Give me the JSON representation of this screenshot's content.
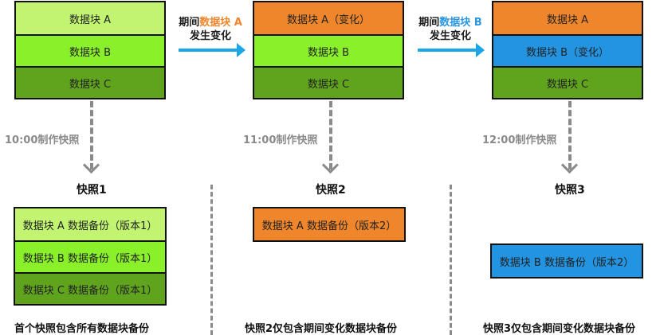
{
  "colors": {
    "block_a_v1": "#c2f472",
    "block_b_v1": "#8af02a",
    "block_c_v1": "#60a41e",
    "changed_a": "#ef862b",
    "changed_b": "#2394e2",
    "transition_arrow": "#1ba6e8",
    "dashed_gray": "#8a8a8a"
  },
  "states": [
    {
      "blocks": [
        "数据块 A",
        "数据块 B",
        "数据块 C"
      ]
    },
    {
      "blocks": [
        "数据块 A（变化）",
        "数据块 B",
        "数据块 C"
      ]
    },
    {
      "blocks": [
        "数据块 A",
        "数据块 B（变化）",
        "数据块 C"
      ]
    }
  ],
  "transitions": [
    {
      "prefix": "期间",
      "highlight": "数据块 A",
      "line2": "发生变化"
    },
    {
      "prefix": "期间",
      "highlight": "数据块 B",
      "line2": "发生变化"
    }
  ],
  "snapshots": [
    {
      "time_label": "10:00制作快照",
      "name": "快照1",
      "backups": [
        "数据块 A 数据备份（版本1）",
        "数据块 B 数据备份（版本1）",
        "数据块 C 数据备份（版本1）"
      ],
      "caption": "首个快照包含所有数据块备份"
    },
    {
      "time_label": "11:00制作快照",
      "name": "快照2",
      "backups": [
        "数据块 A 数据备份（版本2）"
      ],
      "caption": "快照2仅包含期间变化数据块备份"
    },
    {
      "time_label": "12:00制作快照",
      "name": "快照3",
      "backups": [
        "数据块 B 数据备份（版本2）"
      ],
      "caption": "快照3仅包含期间变化数据块备份"
    }
  ]
}
